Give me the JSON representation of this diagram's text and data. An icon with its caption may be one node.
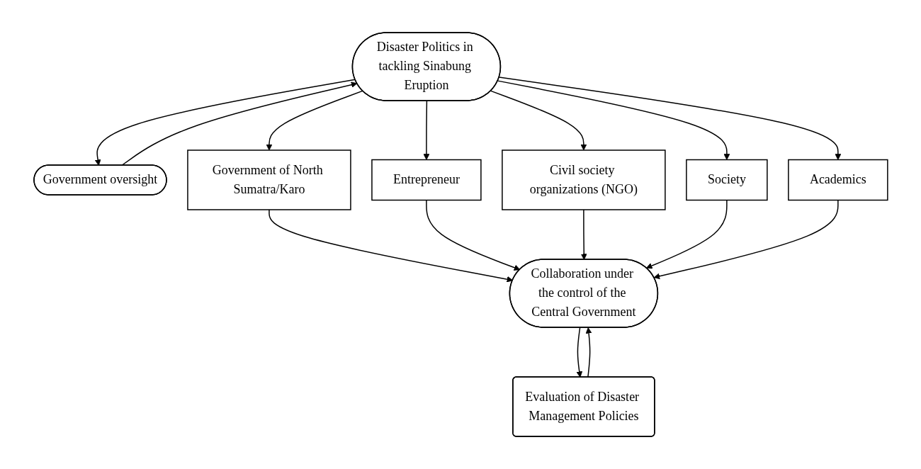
{
  "diagram": {
    "nodes": [
      {
        "text": [
          "Disaster Politics in tackling Sinabung Eruption"
        ]
      },
      {
        "text": [
          "Government oversight"
        ]
      },
      {
        "text": [
          "Government of North Sumatra/Karo"
        ]
      },
      {
        "text": [
          "Entrepreneur"
        ]
      },
      {
        "text": [
          "Civil society organizations (NGO)"
        ]
      },
      {
        "text": [
          "Society"
        ]
      },
      {
        "text": [
          "Academics"
        ]
      },
      {
        "text": [
          "Collaboration under the control of the Central Government"
        ]
      },
      {
        "text": [
          "Evaluation of Disaster Management Policies"
        ]
      }
    ],
    "edges": [
      {
        "from": 0,
        "to": 1,
        "arrow": "to"
      },
      {
        "from": 1,
        "to": 0,
        "arrow": "to"
      },
      {
        "from": 0,
        "to": 2,
        "arrow": "to"
      },
      {
        "from": 0,
        "to": 3,
        "arrow": "to"
      },
      {
        "from": 0,
        "to": 4,
        "arrow": "to"
      },
      {
        "from": 0,
        "to": 5,
        "arrow": "to"
      },
      {
        "from": 0,
        "to": 6,
        "arrow": "to"
      },
      {
        "from": 2,
        "to": 7,
        "arrow": "to"
      },
      {
        "from": 3,
        "to": 7,
        "arrow": "to"
      },
      {
        "from": 4,
        "to": 7,
        "arrow": "to"
      },
      {
        "from": 5,
        "to": 7,
        "arrow": "to"
      },
      {
        "from": 6,
        "to": 7,
        "arrow": "to"
      },
      {
        "from": 8,
        "to": 7,
        "arrow": "to"
      },
      {
        "from": 7,
        "to": 8,
        "arrow": "to"
      }
    ]
  }
}
